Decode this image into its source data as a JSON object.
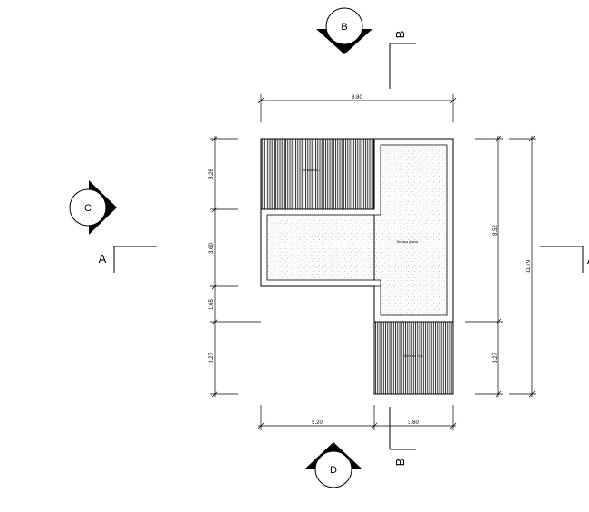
{
  "dimensions": {
    "top_width": "8.80",
    "left_1": "3.28",
    "left_2": "3.60",
    "left_3": "1.65",
    "left_4": "3.27",
    "right_1": "8.52",
    "right_2": "3.27",
    "right_total": "11.79",
    "bottom_1": "5.20",
    "bottom_2": "3.60"
  },
  "rooms": {
    "roof_top_left": "Telhado N-1",
    "slab": "Terraço plano",
    "roof_bottom_right": "Telhado N-1"
  },
  "section_markers": {
    "b_top_circle": "B",
    "b_top_letter": "B",
    "c_circle": "C",
    "a_letter": "A",
    "a_right_letter": "A",
    "d_circle": "D",
    "b_bottom_letter": "B"
  }
}
